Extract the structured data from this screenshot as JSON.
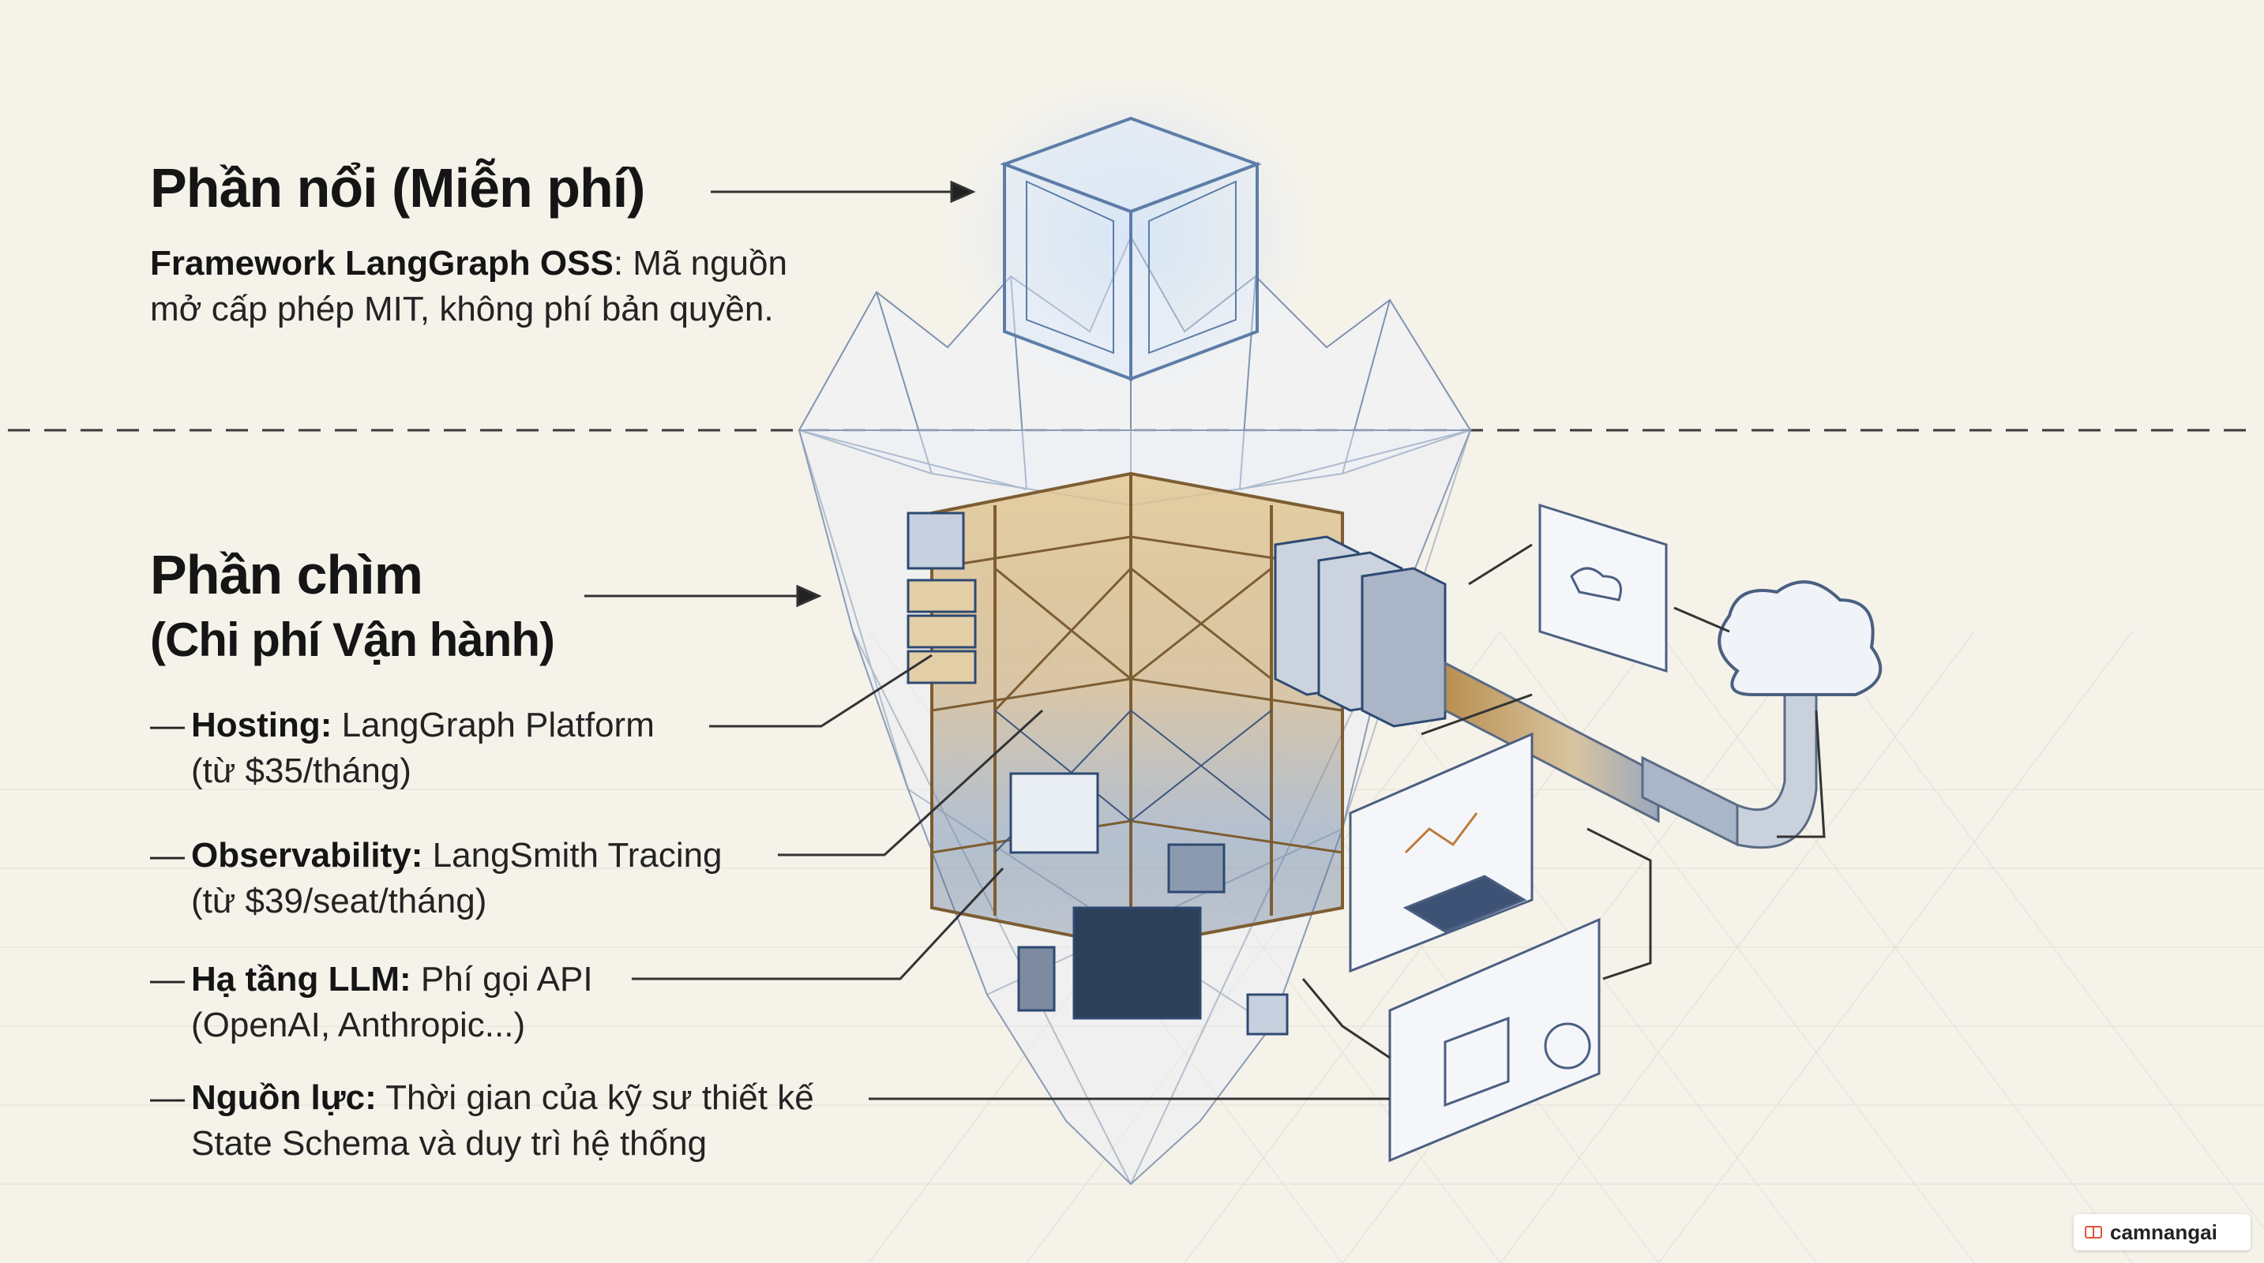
{
  "surface": {
    "title": "Phần nổi (Miễn phí)",
    "desc_bold": "Framework LangGraph OSS",
    "desc_line1": ": Mã nguồn",
    "desc_line2": "mở cấp phép MIT, không phí bản quyền."
  },
  "sunk": {
    "title": "Phần chìm",
    "subtitle": "(Chi phí Vận hành)"
  },
  "items": [
    {
      "dash": "—",
      "label": "Hosting:",
      "text": " LangGraph Platform",
      "text2": "(từ $35/tháng)"
    },
    {
      "dash": "—",
      "label": "Observability:",
      "text": " LangSmith Tracing",
      "text2": "(từ $39/seat/tháng)"
    },
    {
      "dash": "—",
      "label": "Hạ tầng LLM:",
      "text": " Phí gọi API",
      "text2": "(OpenAI, Anthropic...)"
    },
    {
      "dash": "—",
      "label": "Nguồn lực:",
      "text": " Thời gian của kỹ sư thiết kế",
      "text2": "State Schema và duy trì hệ thống"
    }
  ],
  "watermark": {
    "text": "camnangai",
    "icon": "book-icon"
  },
  "colors": {
    "ice": "#8fa9c7",
    "wood": "#c9a46a",
    "navy": "#2e4a72",
    "cube_glow": "#cfe1f7"
  }
}
